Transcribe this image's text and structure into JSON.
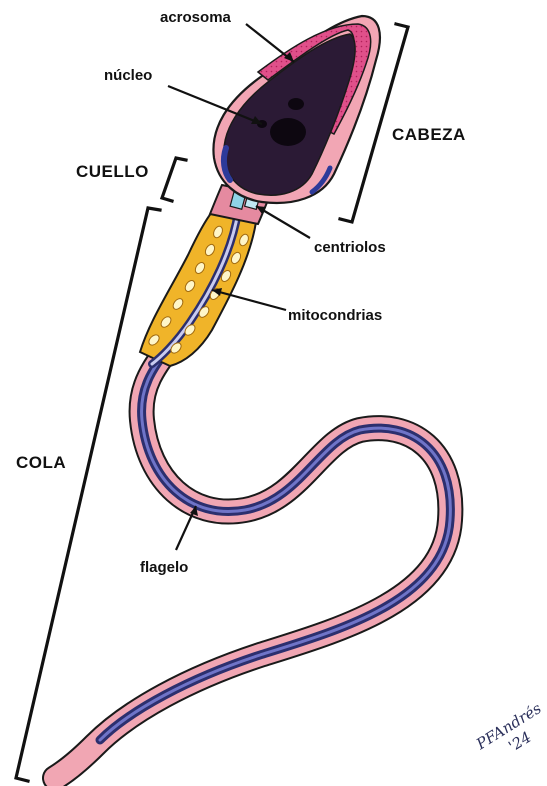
{
  "labels": {
    "acrosoma": "acrosoma",
    "nucleo": "núcleo",
    "centriolos": "centriolos",
    "mitocondrias": "mitocondrias",
    "flagelo": "flagelo"
  },
  "regions": {
    "cabeza": "CABEZA",
    "cuello": "CUELLO",
    "cola": "COLA"
  },
  "signature": {
    "name": "PFAndrés",
    "year": "'24"
  },
  "colors": {
    "outline": "#1a1a1a",
    "head_dark": "#2b1a35",
    "acrosome_pink": "#d63d7a",
    "membrane_pink": "#f1a6b3",
    "axoneme_blue": "#3b3f8f",
    "mitochondria_yellow": "#f0b429",
    "centriole_cyan": "#8fd3e6"
  }
}
